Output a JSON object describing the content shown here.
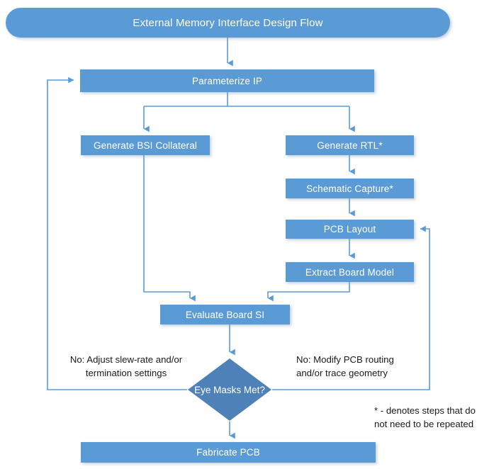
{
  "diagram": {
    "type": "flowchart",
    "title": "External Memory Interface Design Flow",
    "colors": {
      "process_fill": "#5B9BD5",
      "decision_fill": "#4E81B8",
      "connector": "#5B9BD5",
      "text_on_shape": "#FFFFFF",
      "annotation_text": "#1A1A1A",
      "background": "#FFFFFF"
    },
    "nodes": {
      "title": "External Memory Interface Design Flow",
      "parameterize_ip": "Parameterize IP",
      "generate_bsi_collateral": "Generate BSI Collateral",
      "generate_rtl": "Generate RTL*",
      "schematic_capture": "Schematic Capture*",
      "pcb_layout": "PCB Layout",
      "extract_board_model": "Extract Board Model",
      "evaluate_board_si": "Evaluate Board SI",
      "eye_masks_met": "Eye Masks Met?",
      "fabricate_pcb": "Fabricate PCB"
    },
    "annotations": {
      "left_feedback": "No: Adjust slew-rate and/or\ntermination settings",
      "right_feedback": "No: Modify PCB routing\nand/or trace geometry",
      "footnote": "* - denotes steps that do\nnot need to be repeated"
    }
  }
}
